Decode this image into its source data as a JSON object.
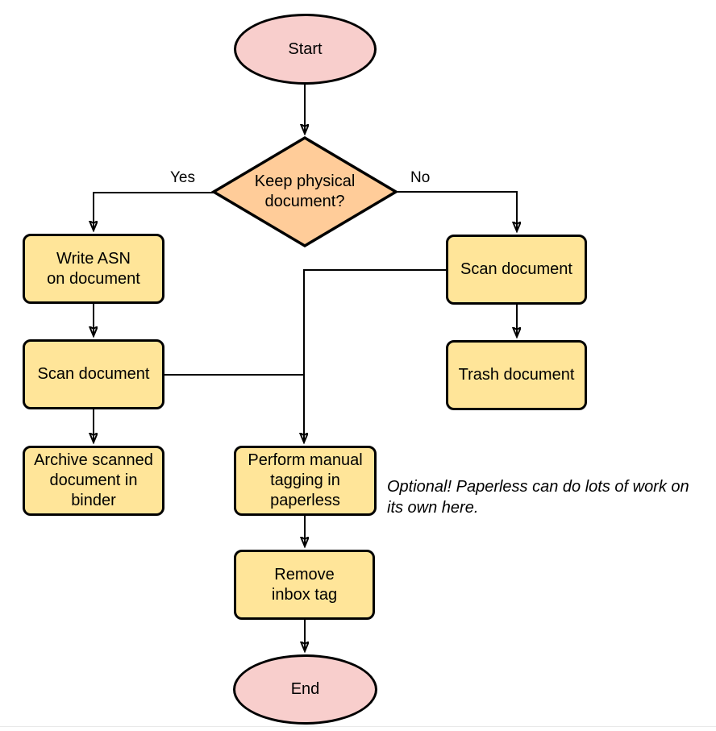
{
  "flowchart": {
    "nodes": {
      "start": "Start",
      "decision": "Keep physical\ndocument?",
      "write_asn": "Write ASN\non document",
      "scan_left": "Scan document",
      "archive": "Archive scanned\ndocument in\nbinder",
      "scan_right": "Scan document",
      "trash": "Trash document",
      "tagging": "Perform manual\ntagging in\npaperless",
      "remove_inbox": "Remove\ninbox tag",
      "end": "End"
    },
    "edge_labels": {
      "yes": "Yes",
      "no": "No"
    },
    "annotation": "Optional! Paperless can do lots of work on\nits own here.",
    "colors": {
      "terminal_fill": "#F8CECC",
      "decision_fill": "#FFCC99",
      "process_fill": "#FFE599",
      "stroke": "#000000"
    }
  }
}
